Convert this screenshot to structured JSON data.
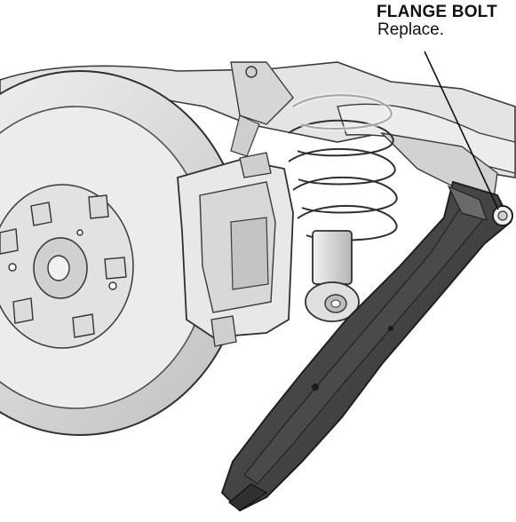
{
  "callout": {
    "title": "FLANGE BOLT",
    "note": "Replace."
  },
  "illustration": {
    "subject": "rear-suspension-lower-arm",
    "colors": {
      "background": "#ffffff",
      "metal_light": "#e6e6e6",
      "metal_mid": "#bdbdbd",
      "metal_dark": "#8a8a8a",
      "arm_dark": "#3d3d3d",
      "outline": "#2a2a2a"
    }
  }
}
